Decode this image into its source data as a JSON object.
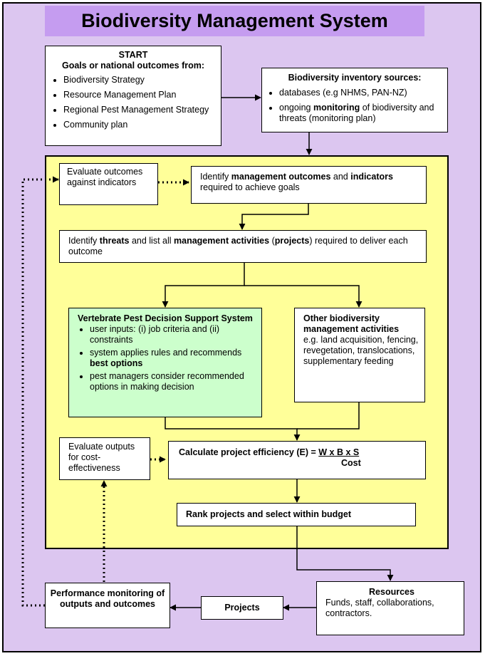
{
  "title": "Biodiversity Management System",
  "start": {
    "heading": "START",
    "subheading": "Goals or national outcomes from:",
    "items": [
      "Biodiversity Strategy",
      "Resource Management Plan",
      "Regional Pest Management Strategy",
      "Community plan"
    ]
  },
  "inventory": {
    "heading": "Biodiversity inventory sources:",
    "item1": "databases (e.g NHMS, PAN-NZ)",
    "item2_pre": "ongoing ",
    "item2_bold": "monitoring",
    "item2_post": " of biodiversity and threats (monitoring plan)"
  },
  "evaluate_outcomes": "Evaluate outcomes against indicators",
  "identify_outcomes": {
    "t1": "Identify ",
    "b1": "management outcomes",
    "t2": " and ",
    "b2": "indicators",
    "t3": " required to  achieve goals"
  },
  "identify_threats": {
    "t1": "Identify ",
    "b1": "threats",
    "t2": " and list all ",
    "b2": "management activities",
    "t3": " (",
    "b3": "projects",
    "t4": ") required to deliver each outcome"
  },
  "vpdss": {
    "heading": "Vertebrate Pest Decision Support System",
    "item1": "user inputs: (i) job criteria and (ii) constraints",
    "item2_pre": "system applies rules and recommends ",
    "item2_bold": "best options",
    "item3": "pest managers consider recommended options in making decision"
  },
  "other": {
    "heading": "Other biodiversity management activities",
    "body": "e.g. land acquisition, fencing, revegetation, translocations, supplementary feeding"
  },
  "evaluate_outputs": "Evaluate outputs for cost-effectiveness",
  "efficiency": {
    "label": "Calculate project efficiency (E) = ",
    "numerator": "W x B x S",
    "denominator": "Cost"
  },
  "rank": "Rank projects and select within budget",
  "resources": {
    "heading": "Resources",
    "body": "Funds, staff, collaborations, contractors."
  },
  "projects": "Projects",
  "performance": "Performance monitoring of outputs and outcomes"
}
